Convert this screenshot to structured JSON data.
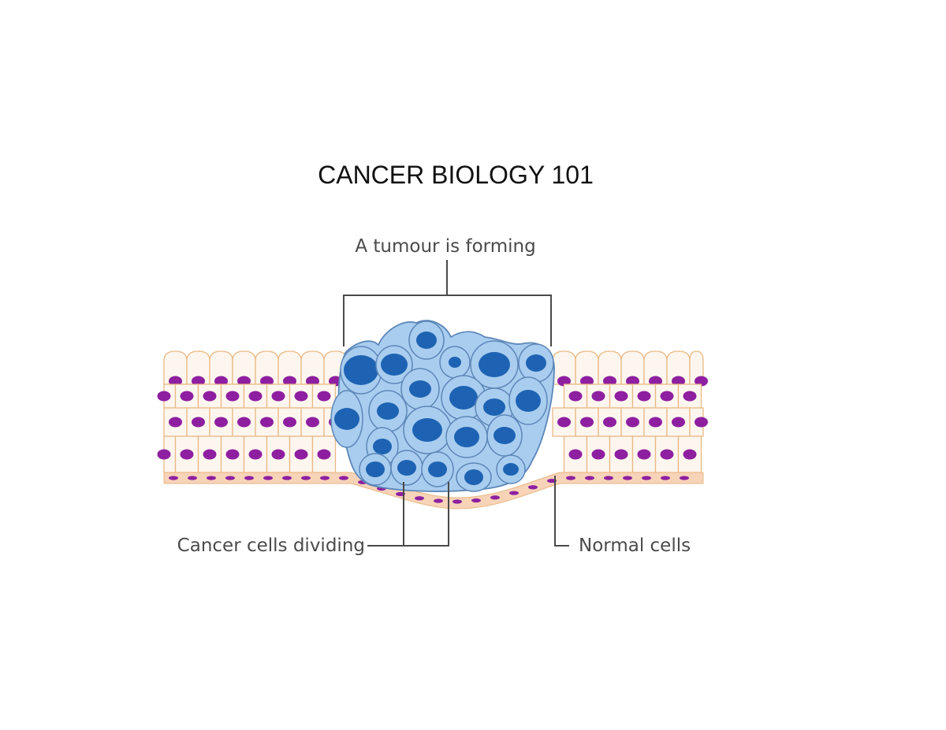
{
  "slide": {
    "title": "CANCER BIOLOGY 101"
  },
  "diagram": {
    "labels": {
      "tumour": "A tumour is forming",
      "cancer_cells": "Cancer cells dividing",
      "normal_cells": "Normal cells"
    },
    "colors": {
      "normal_cell_fill": "#fdf6ee",
      "normal_cell_outline": "#e9b985",
      "normal_nucleus": "#8e1fa0",
      "basement_membrane": "#f7d3b8",
      "cancer_cell_fill": "#a9cdef",
      "cancer_cell_outline": "#5d87b8",
      "cancer_nucleus": "#1e63b3",
      "leader_line": "#4a4a4a"
    }
  }
}
